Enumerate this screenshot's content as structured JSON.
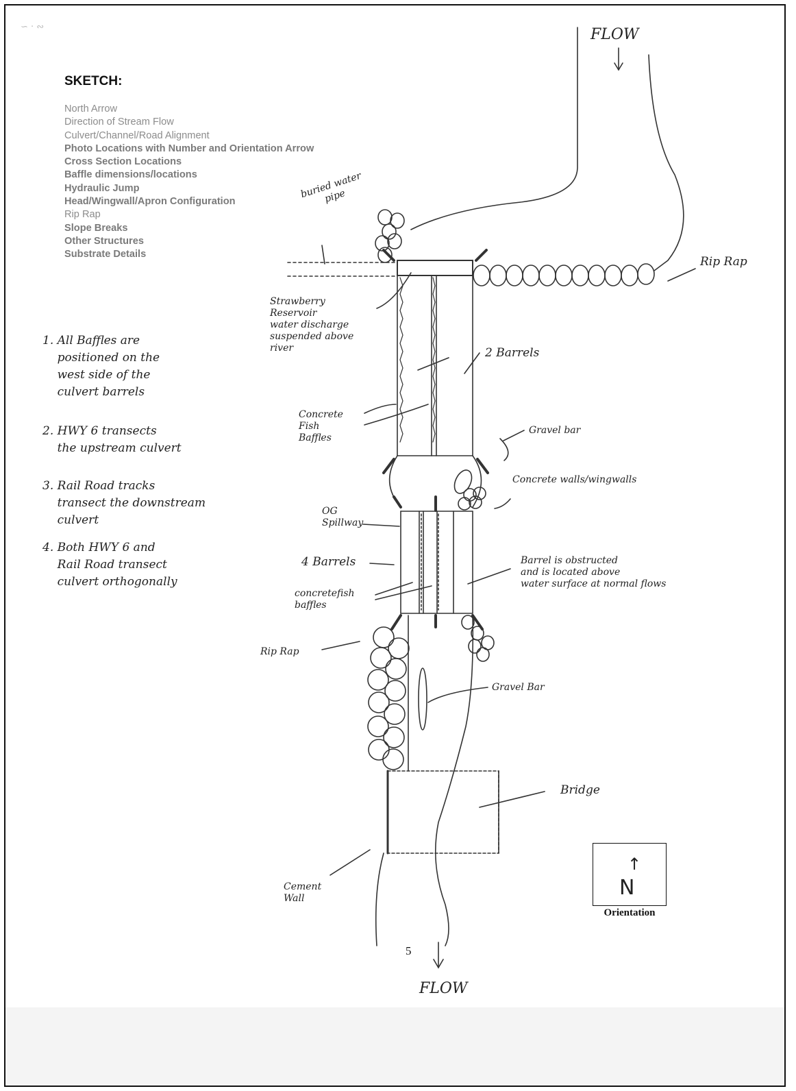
{
  "sketch": {
    "title": "SKETCH:",
    "checklist": [
      "North Arrow",
      "Direction of Stream Flow",
      "Culvert/Channel/Road Alignment",
      "Photo Locations with Number and Orientation Arrow",
      "Cross Section Locations",
      "Baffle dimensions/locations",
      "Hydraulic Jump",
      "Head/Wingwall/Apron Configuration",
      "Rip Rap",
      "Slope Breaks",
      "Other Structures",
      "Substrate Details"
    ]
  },
  "notes": [
    "1. All Baffles are\n    positioned on the\n    west side of the\n    culvert barrels",
    "2. HWY 6 transects\n    the upstream culvert",
    "3. Rail Road tracks\n    transect the downstream\n    culvert",
    "4. Both HWY 6 and\n    Rail Road transect\n    culvert orthogonally"
  ],
  "labels": {
    "flow_top": "FLOW",
    "flow_bottom": "FLOW",
    "buried_pipe": "buried water\n       pipe",
    "rip_rap_right": "Rip Rap",
    "strawberry": "Strawberry\nReservoir\nwater discharge\nsuspended above\nriver",
    "two_barrels": "2 Barrels",
    "concrete_baffles_upper": "Concrete\nFish\nBaffles",
    "gravel_bar_upper": "Gravel bar",
    "concrete_walls": "Concrete walls/wingwalls",
    "og_spillway": "OG\nSpillway",
    "four_barrels": "4 Barrels",
    "barrel_obstructed": "Barrel is obstructed\nand is located above\nwater surface at normal flows",
    "concrete_baffles_lower": "concretefish\nbaffles",
    "rip_rap_left": "Rip Rap",
    "gravel_bar_lower": "Gravel Bar",
    "bridge": "Bridge",
    "cement_wall": "Cement\nWall"
  },
  "orientation": {
    "arrow": "↑",
    "letter": "N",
    "label": "Orientation"
  },
  "page_number": "5"
}
